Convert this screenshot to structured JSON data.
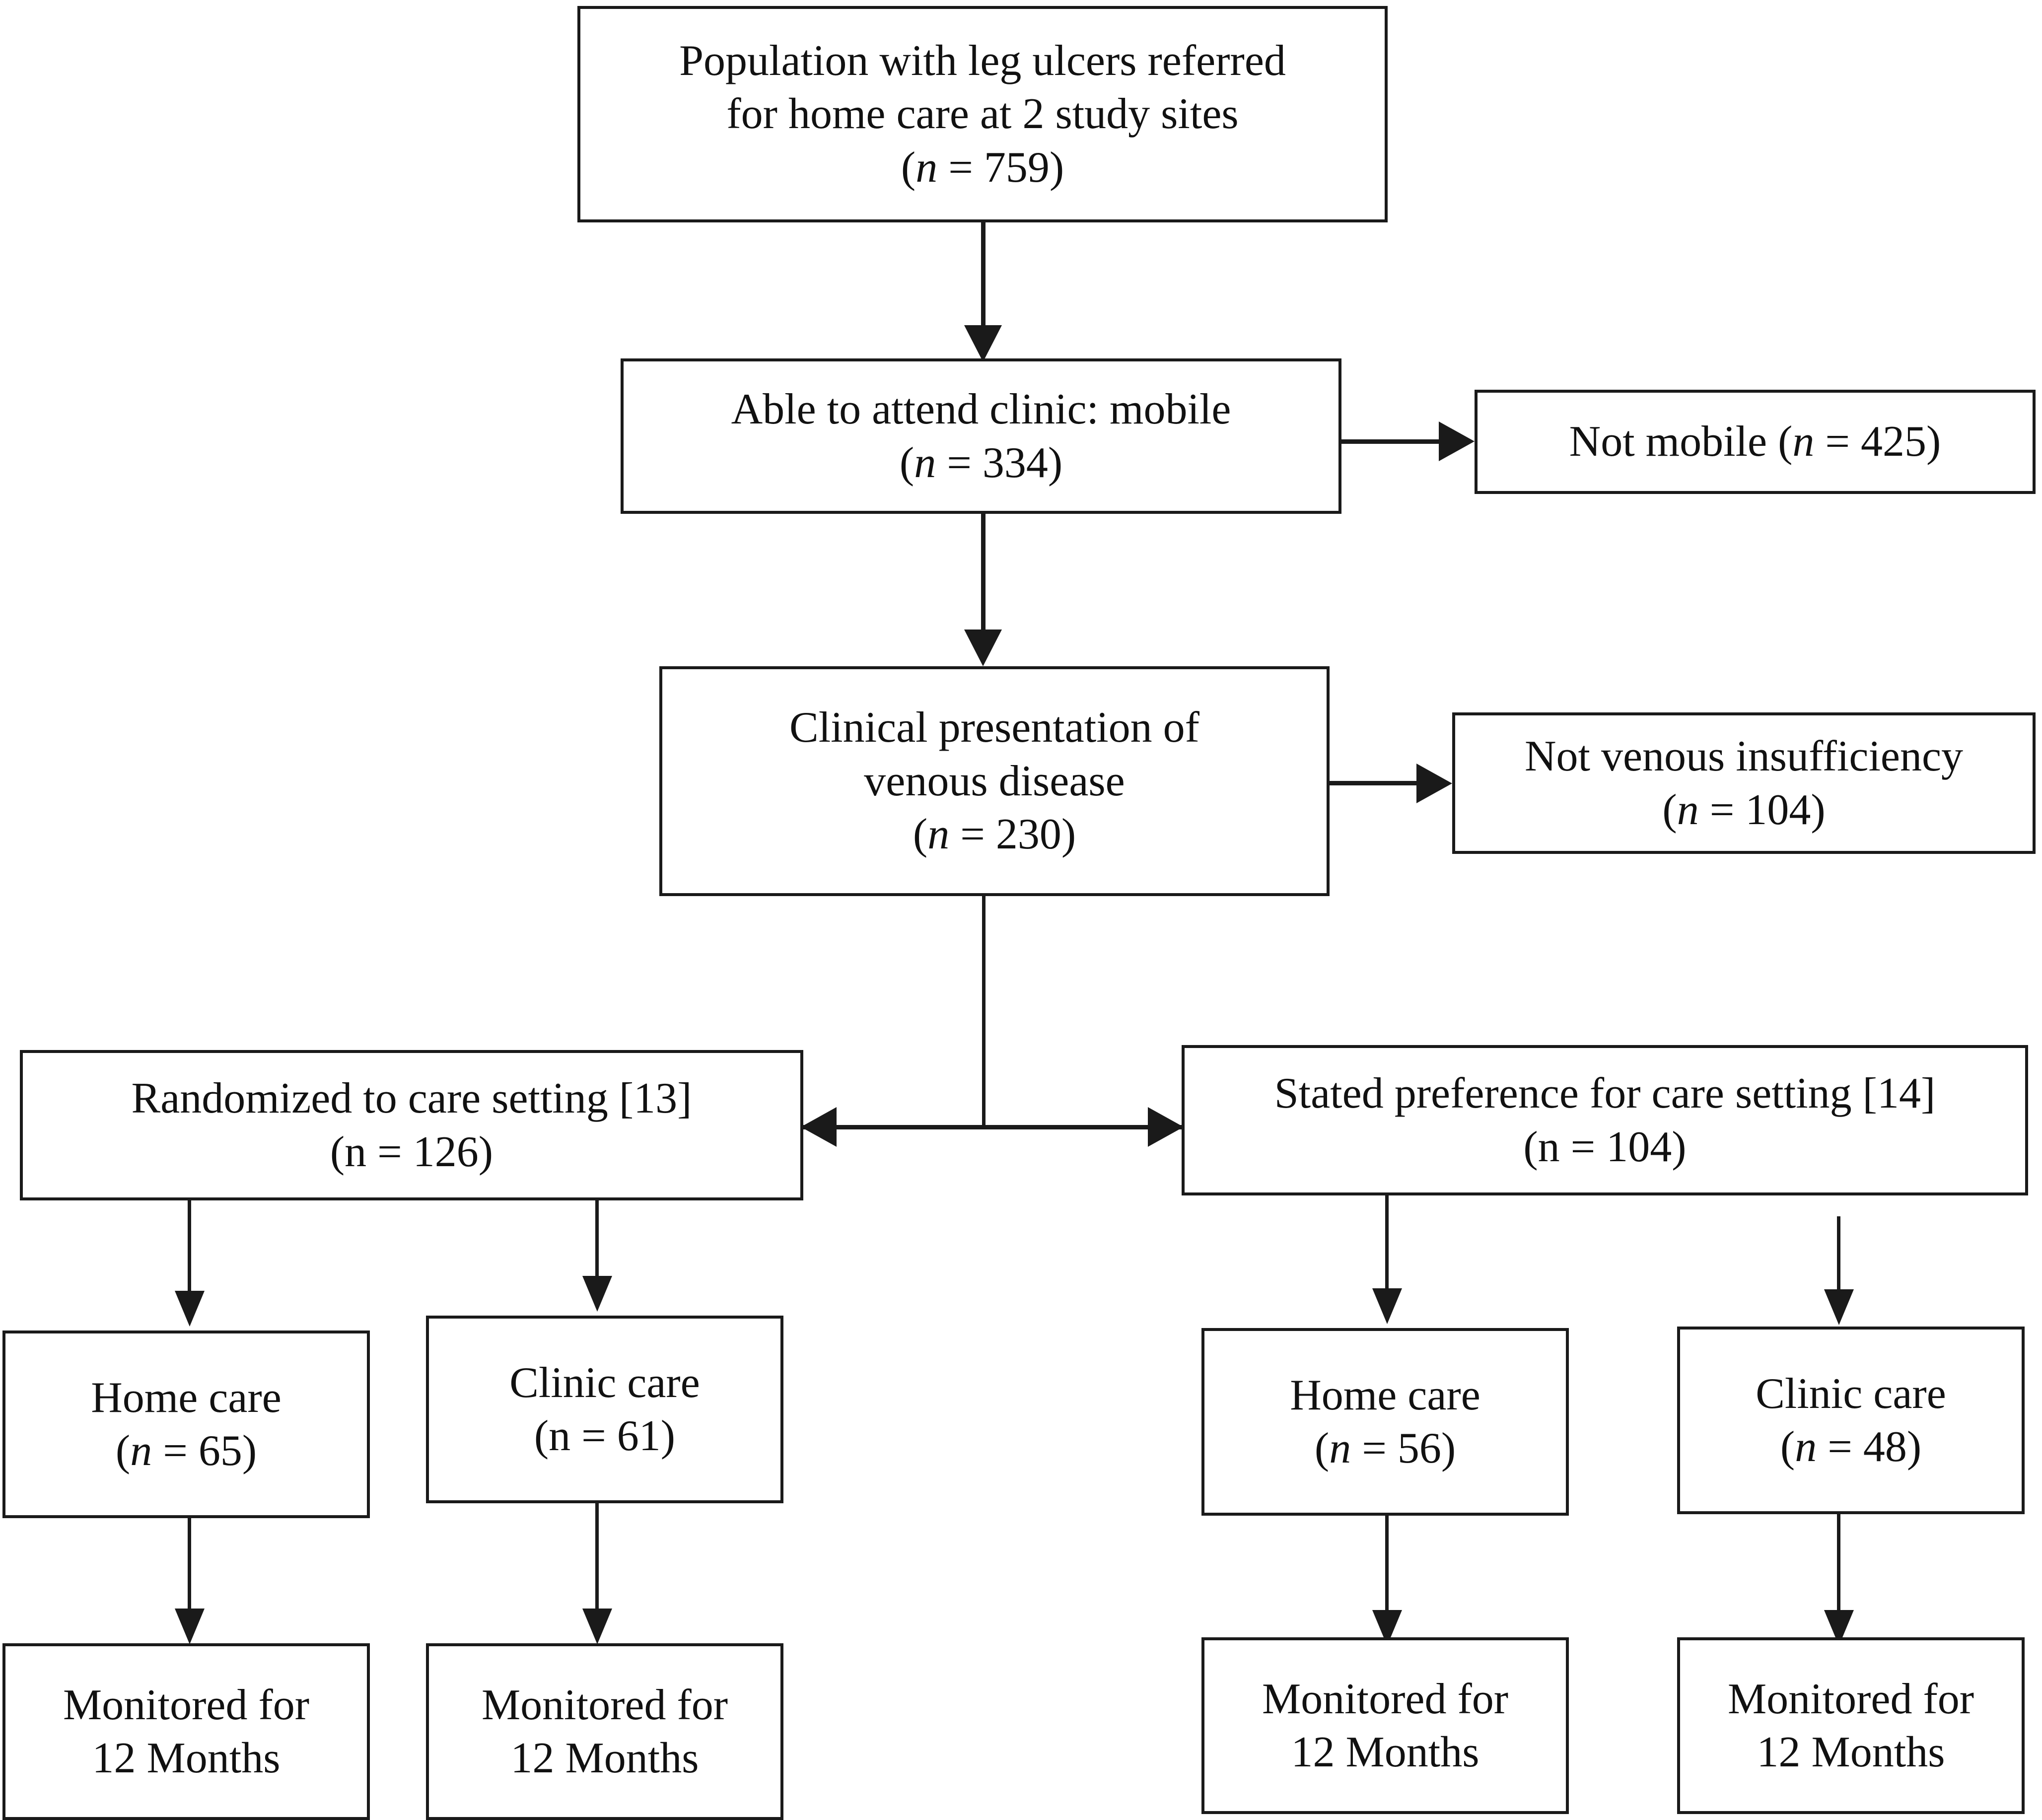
{
  "diagram": {
    "type": "flowchart",
    "title": "Study participant flow: leg ulcer home care vs clinic care",
    "nodes": {
      "population": {
        "line1": "Population with leg ulcers referred",
        "line2": "for home care at 2 study sites",
        "line3_prefix": "(",
        "line3_n": "n",
        "line3_suffix": " = 759)"
      },
      "mobile": {
        "line1": "Able to attend clinic: mobile",
        "line2_prefix": "(",
        "line2_n": "n",
        "line2_suffix": " = 334)"
      },
      "not_mobile": {
        "line1_prefix": "Not mobile (",
        "line1_n": "n",
        "line1_suffix": " = 425)"
      },
      "venous": {
        "line1": "Clinical presentation of",
        "line2": "venous disease",
        "line3_prefix": "(",
        "line3_n": "n",
        "line3_suffix": " = 230)"
      },
      "not_venous": {
        "line1": "Not venous insufficiency",
        "line2_prefix": "(",
        "line2_n": "n",
        "line2_suffix": " = 104)"
      },
      "randomized": {
        "line1": "Randomized to care setting [13]",
        "line2": "(n = 126)"
      },
      "stated_preference": {
        "line1": "Stated preference for care setting [14]",
        "line2": "(n = 104)"
      },
      "rand_home": {
        "line1": "Home care",
        "line2_prefix": "(",
        "line2_n": "n",
        "line2_suffix": " = 65)"
      },
      "rand_clinic": {
        "line1": "Clinic care",
        "line2": "(n = 61)"
      },
      "pref_home": {
        "line1": "Home care",
        "line2_prefix": "(",
        "line2_n": "n",
        "line2_suffix": " = 56)"
      },
      "pref_clinic": {
        "line1": "Clinic care",
        "line2_prefix": "(",
        "line2_n": "n",
        "line2_suffix": " = 48)"
      },
      "monitor_1": {
        "line1": "Monitored for",
        "line2": "12 Months"
      },
      "monitor_2": {
        "line1": "Monitored for",
        "line2": "12 Months"
      },
      "monitor_3": {
        "line1": "Monitored for",
        "line2": "12 Months"
      },
      "monitor_4": {
        "line1": "Monitored for",
        "line2": "12 Months"
      }
    },
    "colors": {
      "stroke": "#1a1a1a",
      "fill": "#ffffff",
      "text": "#111111"
    }
  }
}
